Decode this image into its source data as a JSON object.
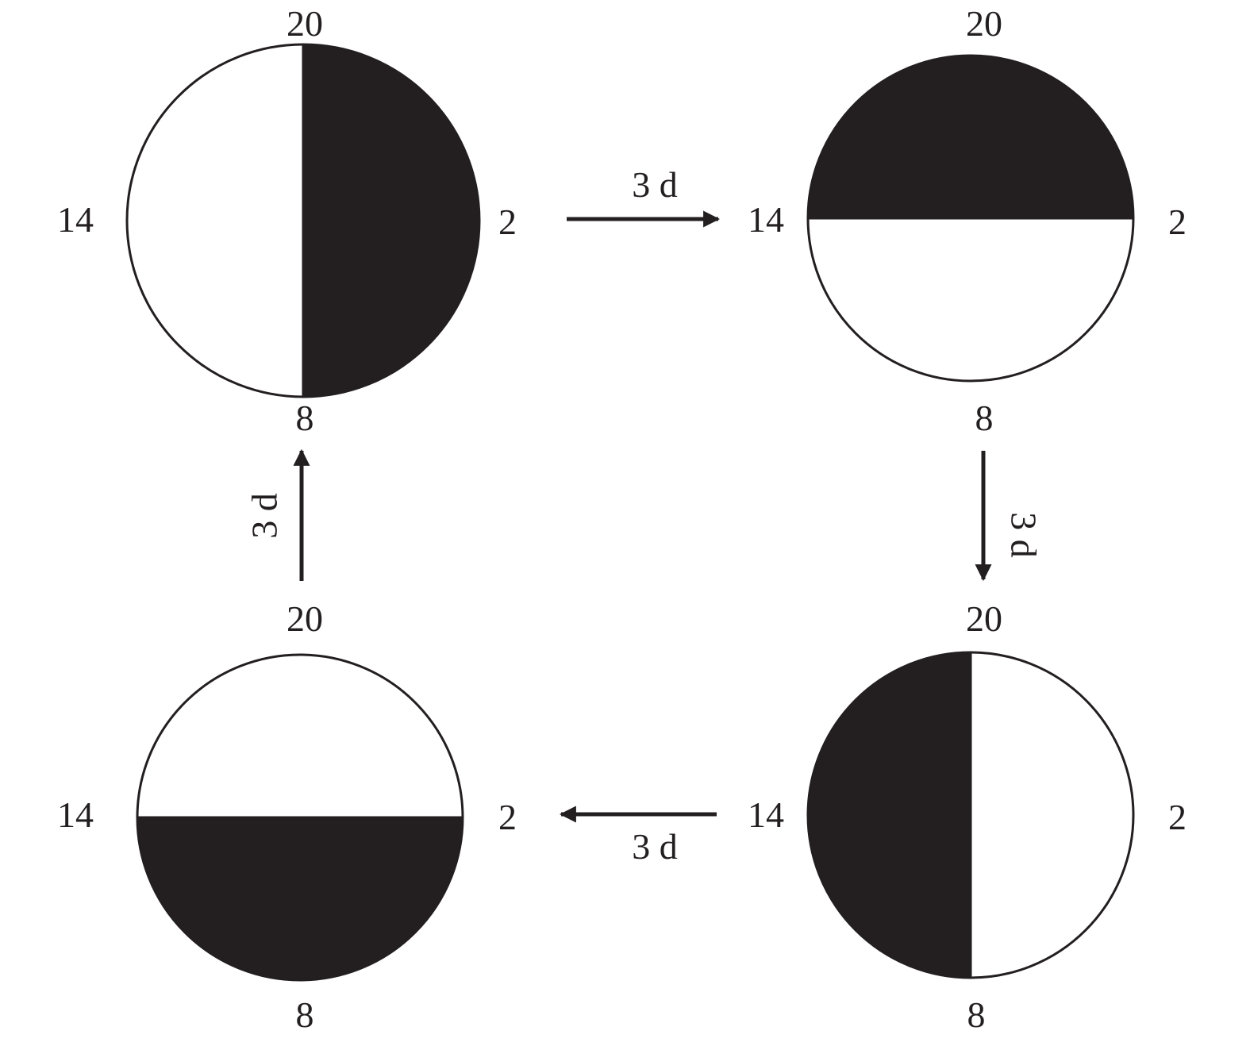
{
  "colors": {
    "fill_dark": "#231f20",
    "fill_light": "#ffffff",
    "stroke": "#231f20"
  },
  "panels": [
    {
      "id": "top-left",
      "dark_half": "right",
      "labels": {
        "top": "20",
        "right": "2",
        "bottom": "8",
        "left": "14"
      }
    },
    {
      "id": "top-right",
      "dark_half": "top",
      "labels": {
        "top": "20",
        "right": "2",
        "bottom": "8",
        "left": "14"
      }
    },
    {
      "id": "bottom-right",
      "dark_half": "left",
      "labels": {
        "top": "20",
        "right": "2",
        "bottom": "8",
        "left": "14"
      }
    },
    {
      "id": "bottom-left",
      "dark_half": "bottom",
      "labels": {
        "top": "20",
        "right": "2",
        "bottom": "8",
        "left": "14"
      }
    }
  ],
  "transitions": [
    {
      "id": "top",
      "from": "top-left",
      "to": "top-right",
      "label": "3 d"
    },
    {
      "id": "right",
      "from": "top-right",
      "to": "bottom-right",
      "label": "3 d"
    },
    {
      "id": "bottom",
      "from": "bottom-right",
      "to": "bottom-left",
      "label": "3 d"
    },
    {
      "id": "left",
      "from": "bottom-left",
      "to": "top-left",
      "label": "3 d"
    }
  ]
}
